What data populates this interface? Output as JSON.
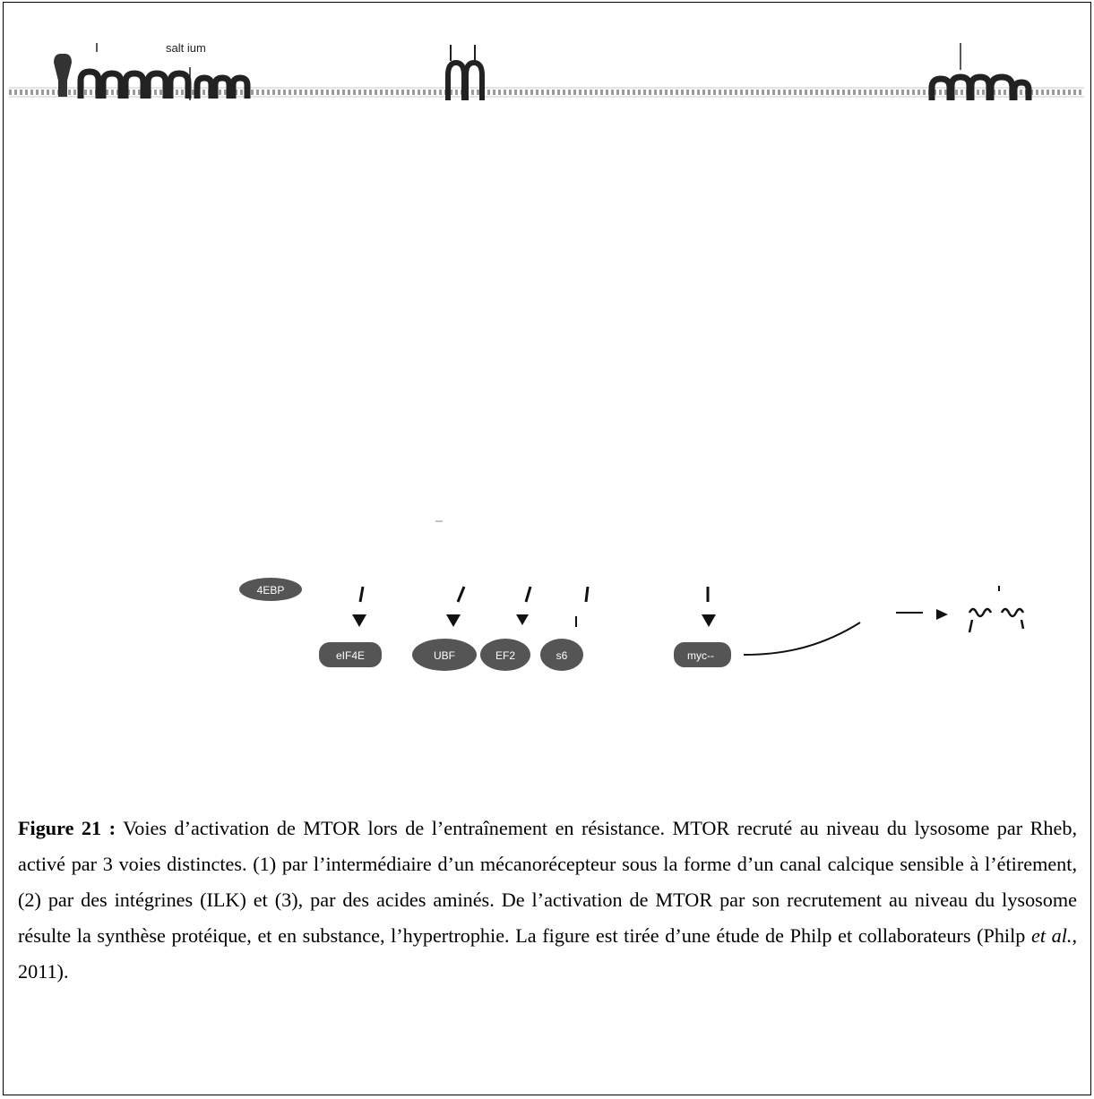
{
  "figure": {
    "membrane_fragments": {
      "left_label": "salt ium",
      "mid_label": "",
      "right_label": ""
    },
    "nodes": {
      "fourebp": "4EBP",
      "eif4e": "eIF4E",
      "ubf": "UBF",
      "ef2": "EF2",
      "s6": "s6",
      "myc": "myc--"
    }
  },
  "caption": {
    "label": "Figure 21 :",
    "part1": " Voies d’activation de MTOR lors de l’entraînement en résistance. MTOR recruté au niveau du lysosome par Rheb, activé par 3 voies distinctes. (1) par l’intermédiaire d’un mécanorécepteur sous la forme d’un canal calcique sensible à l’étirement, (2) par des intégrines (ILK) et (3), par des acides aminés. De l’activation de MTOR par son recrutement au niveau du lysosome résulte la synthèse protéique, et en substance, l’hypertrophie. La figure est tirée d’une étude de Philp et collaborateurs (Philp ",
    "etal": "et al.",
    "part2": ", 2011)."
  },
  "colors": {
    "pill_fill": "#5a5a5a",
    "membrane": "#555555"
  }
}
